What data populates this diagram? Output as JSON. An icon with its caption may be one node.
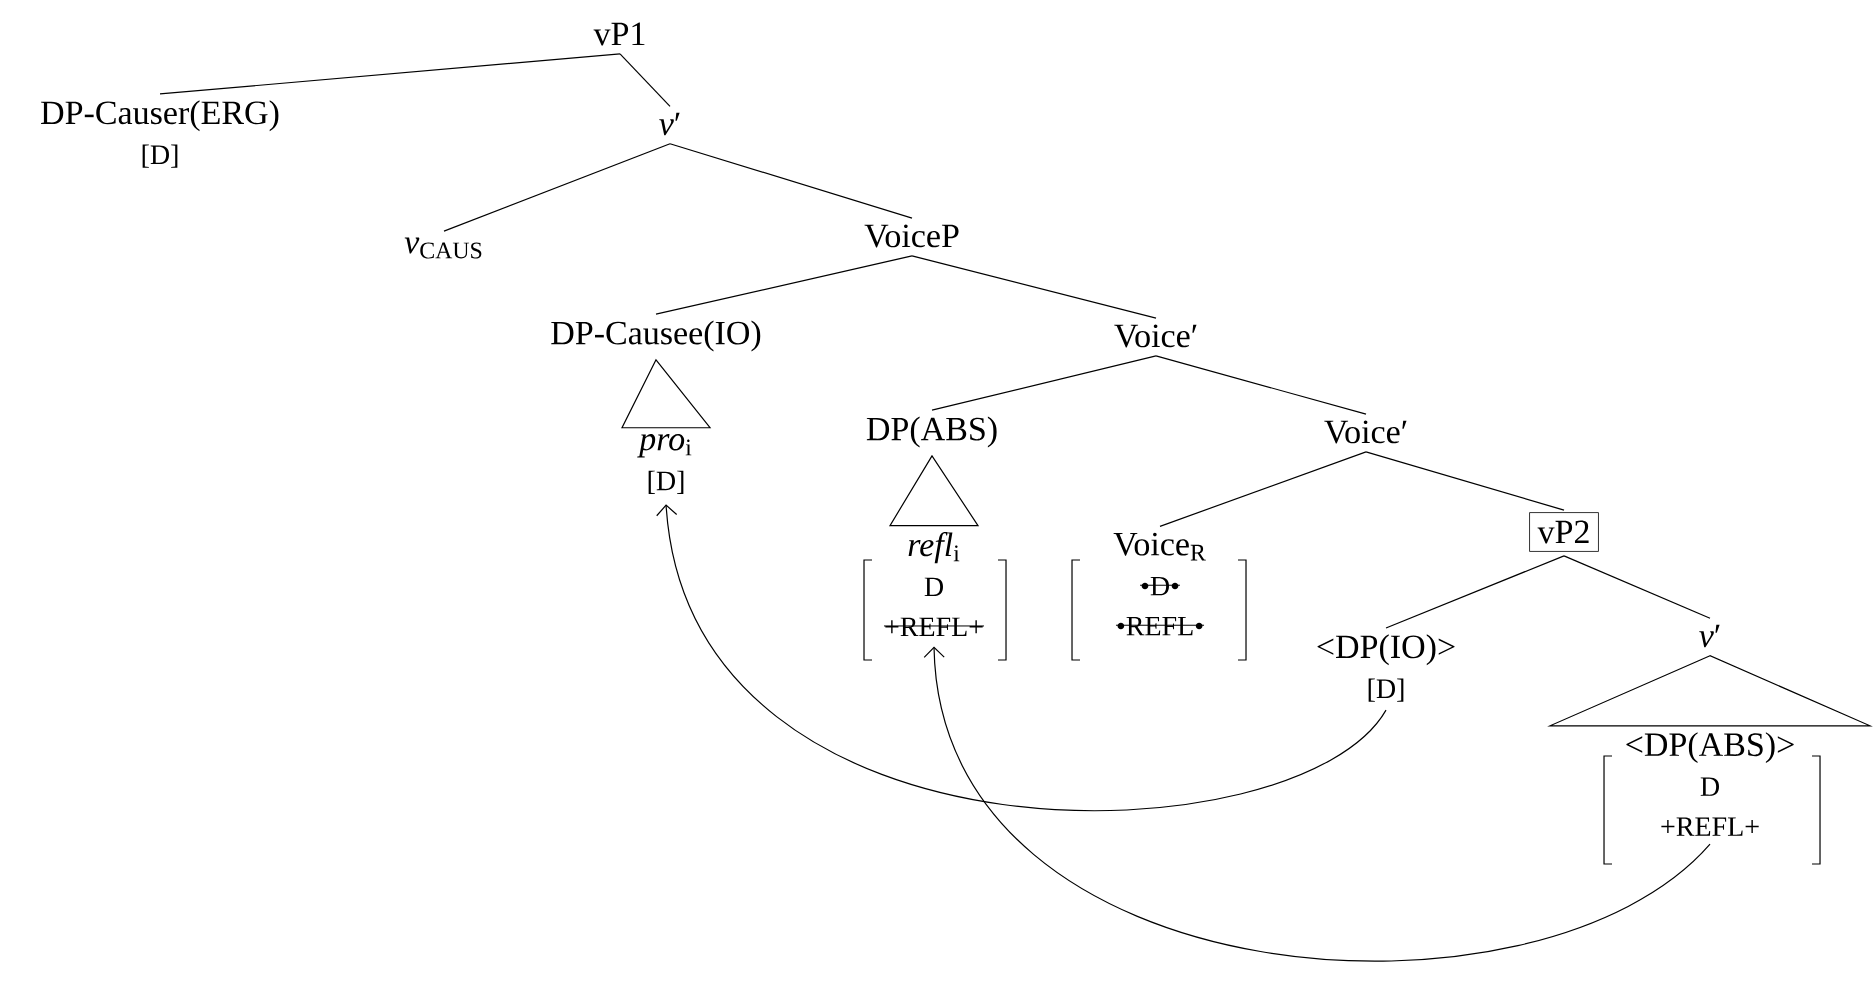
{
  "diagram": {
    "nodes": [
      {
        "text": [
          "vP1"
        ]
      },
      {
        "text": [
          "DP-Causer(ERG)",
          "[D]"
        ]
      },
      {
        "text": [
          "*v*′"
        ]
      },
      {
        "text": [
          "*v*$_{CAUS}$"
        ]
      },
      {
        "text": [
          "VoiceP"
        ]
      },
      {
        "text": [
          "DP-Causee(IO)"
        ]
      },
      {
        "text": [
          "Voice′"
        ]
      },
      {
        "text": [
          "*pro*$_{i}$",
          "[D]"
        ]
      },
      {
        "text": [
          "DP(ABS)"
        ]
      },
      {
        "text": [
          "Voice′"
        ]
      },
      {
        "text": [
          "*refl*$_{i}$",
          "D",
          "+REFL+"
        ]
      },
      {
        "text": [
          "Voice$_{R}$",
          "•D•",
          "•REFL•"
        ]
      },
      {
        "text": [
          "vP2"
        ]
      },
      {
        "text": [
          "<DP(IO)>",
          "[D]"
        ]
      },
      {
        "text": [
          "*v*′"
        ]
      },
      {
        "text": [
          "<DP(ABS)>",
          "D",
          "+REFL+"
        ]
      }
    ],
    "edges": [
      {
        "from": 0,
        "to": 1,
        "arrow": "none"
      },
      {
        "from": 0,
        "to": 2,
        "arrow": "none"
      },
      {
        "from": 2,
        "to": 3,
        "arrow": "none"
      },
      {
        "from": 2,
        "to": 4,
        "arrow": "none"
      },
      {
        "from": 4,
        "to": 5,
        "arrow": "none"
      },
      {
        "from": 4,
        "to": 6,
        "arrow": "none"
      },
      {
        "from": 5,
        "to": 7,
        "arrow": "none"
      },
      {
        "from": 6,
        "to": 8,
        "arrow": "none"
      },
      {
        "from": 6,
        "to": 9,
        "arrow": "none"
      },
      {
        "from": 8,
        "to": 10,
        "arrow": "none"
      },
      {
        "from": 9,
        "to": 11,
        "arrow": "none"
      },
      {
        "from": 9,
        "to": 12,
        "arrow": "none"
      },
      {
        "from": 12,
        "to": 13,
        "arrow": "none"
      },
      {
        "from": 12,
        "to": 14,
        "arrow": "none"
      },
      {
        "from": 14,
        "to": 15,
        "arrow": "none"
      },
      {
        "from": 13,
        "to": 7,
        "arrow": "to"
      },
      {
        "from": 15,
        "to": 10,
        "arrow": "to"
      }
    ]
  }
}
